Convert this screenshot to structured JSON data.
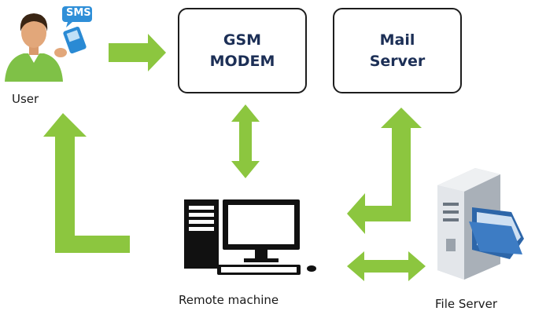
{
  "nodes": {
    "user": {
      "label": "User",
      "badge": "SMS"
    },
    "gsm_modem": {
      "line1": "GSM",
      "line2": "MODEM"
    },
    "mail_server": {
      "line1": "Mail",
      "line2": "Server"
    },
    "remote_machine": {
      "label": "Remote machine"
    },
    "file_server": {
      "label": "File Server"
    }
  },
  "colors": {
    "arrow": "#8cc63f",
    "box_text": "#1c2f56",
    "box_border": "#1d1d1d",
    "user_shirt": "#7fc147",
    "sms_badge": "#2f8fd8",
    "computer": "#111111",
    "server_body": "#e3e6ea",
    "folder": "#2d66a9"
  },
  "icons": [
    "user-icon",
    "sms-phone-icon",
    "computer-icon",
    "file-server-icon",
    "folder-icon"
  ]
}
